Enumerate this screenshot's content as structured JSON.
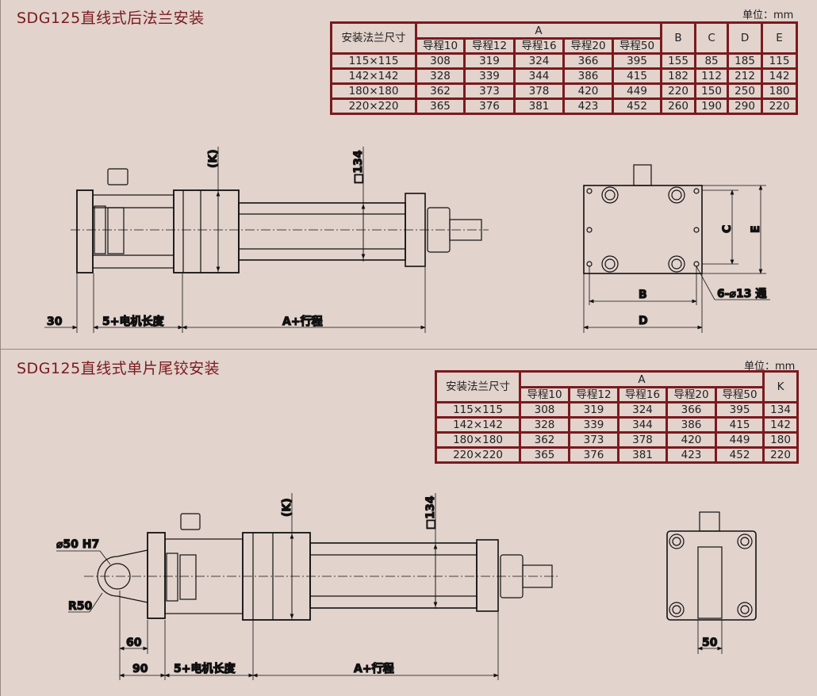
{
  "section1": {
    "title": "SDG125直线式后法兰安装",
    "unit": "单位：mm",
    "table": {
      "size_header": "安装法兰尺寸",
      "group_header": "A",
      "lead_headers": [
        "导程10",
        "导程12",
        "导程16",
        "导程20",
        "导程50"
      ],
      "extra_headers": [
        "B",
        "C",
        "D",
        "E"
      ],
      "rows": [
        {
          "size": "115×115",
          "a": [
            "308",
            "319",
            "324",
            "366",
            "395"
          ],
          "extra": [
            "155",
            "85",
            "185",
            "115"
          ]
        },
        {
          "size": "142×142",
          "a": [
            "328",
            "339",
            "344",
            "386",
            "415"
          ],
          "extra": [
            "182",
            "112",
            "212",
            "142"
          ]
        },
        {
          "size": "180×180",
          "a": [
            "362",
            "373",
            "378",
            "420",
            "449"
          ],
          "extra": [
            "220",
            "150",
            "250",
            "180"
          ]
        },
        {
          "size": "220×220",
          "a": [
            "365",
            "376",
            "381",
            "423",
            "452"
          ],
          "extra": [
            "260",
            "190",
            "290",
            "220"
          ]
        }
      ]
    },
    "drawing": {
      "dim_30": "30",
      "dim_motor": "5+电机长度",
      "dim_stroke": "A+行程",
      "dim_k": "(K)",
      "dim_134": "□134",
      "dim_b": "B",
      "dim_c": "C",
      "dim_d": "D",
      "dim_e": "E",
      "holes": "6-⌀13 通"
    }
  },
  "section2": {
    "title": "SDG125直线式单片尾铰安装",
    "unit": "单位：mm",
    "table": {
      "size_header": "安装法兰尺寸",
      "group_header": "A",
      "lead_headers": [
        "导程10",
        "导程12",
        "导程16",
        "导程20",
        "导程50"
      ],
      "extra_headers": [
        "K"
      ],
      "rows": [
        {
          "size": "115×115",
          "a": [
            "308",
            "319",
            "324",
            "366",
            "395"
          ],
          "extra": [
            "134"
          ]
        },
        {
          "size": "142×142",
          "a": [
            "328",
            "339",
            "344",
            "386",
            "415"
          ],
          "extra": [
            "142"
          ]
        },
        {
          "size": "180×180",
          "a": [
            "362",
            "373",
            "378",
            "420",
            "449"
          ],
          "extra": [
            "180"
          ]
        },
        {
          "size": "220×220",
          "a": [
            "365",
            "376",
            "381",
            "423",
            "452"
          ],
          "extra": [
            "220"
          ]
        }
      ]
    },
    "drawing": {
      "pin": "⌀50 H7",
      "radius": "R50",
      "dim_60": "60",
      "dim_90": "90",
      "dim_motor": "5+电机长度",
      "dim_stroke": "A+行程",
      "dim_k": "(K)",
      "dim_134": "□134",
      "dim_50": "50"
    }
  }
}
